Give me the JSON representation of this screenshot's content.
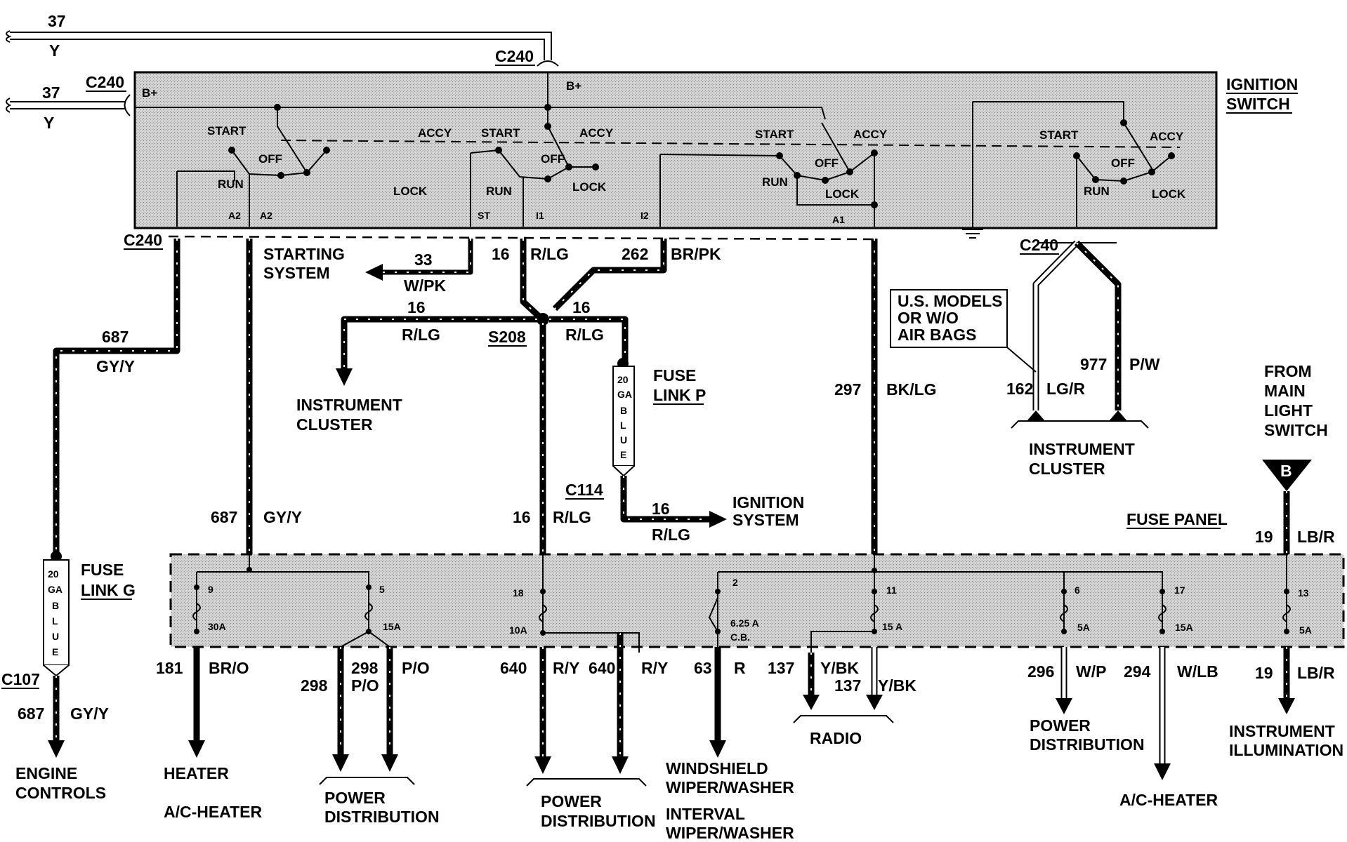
{
  "top_wire": {
    "circuit": "37",
    "color": "Y"
  },
  "left_wire": {
    "circuit": "37",
    "color": "Y"
  },
  "connectors": {
    "c240": "C240",
    "c107": "C107",
    "c114": "C114",
    "s208": "S208"
  },
  "ignition_switch": {
    "title_line1": "IGNITION",
    "title_line2": "SWITCH",
    "b_plus": "B+",
    "positions": {
      "start": "START",
      "accy": "ACCY",
      "off": "OFF",
      "run": "RUN",
      "lock": "LOCK"
    },
    "terminals": {
      "a2": "A2",
      "st": "ST",
      "i1": "I1",
      "i2": "I2",
      "a1": "A1"
    }
  },
  "wires": {
    "w687": {
      "circuit": "687",
      "color": "GY/Y"
    },
    "w33": {
      "circuit": "33",
      "color": "W/PK"
    },
    "w16": {
      "circuit": "16",
      "color": "R/LG"
    },
    "w262": {
      "circuit": "262",
      "color": "BR/PK"
    },
    "w297": {
      "circuit": "297",
      "color": "BK/LG"
    },
    "w162": {
      "circuit": "162",
      "color": "LG/R"
    },
    "w977": {
      "circuit": "977",
      "color": "P/W"
    },
    "w19": {
      "circuit": "19",
      "color": "LB/R"
    },
    "w181": {
      "circuit": "181",
      "color": "BR/O"
    },
    "w298": {
      "circuit": "298",
      "color": "P/O"
    },
    "w640": {
      "circuit": "640",
      "color": "R/Y"
    },
    "w63": {
      "circuit": "63",
      "color": "R"
    },
    "w137": {
      "circuit": "137",
      "color": "Y/BK"
    },
    "w296": {
      "circuit": "296",
      "color": "W/P"
    },
    "w294": {
      "circuit": "294",
      "color": "W/LB"
    }
  },
  "destinations": {
    "starting_system_1": "STARTING",
    "starting_system_2": "SYSTEM",
    "instrument_cluster_1": "INSTRUMENT",
    "instrument_cluster_2": "CLUSTER",
    "ignition_system_1": "IGNITION",
    "ignition_system_2": "SYSTEM",
    "engine_controls_1": "ENGINE",
    "engine_controls_2": "CONTROLS",
    "heater": "HEATER",
    "ac_heater": "A/C-HEATER",
    "power_distribution_1": "POWER",
    "power_distribution_2": "DISTRIBUTION",
    "windshield_1": "WINDSHIELD",
    "windshield_2": "WIPER/WASHER",
    "interval_1": "INTERVAL",
    "interval_2": "WIPER/WASHER",
    "radio": "RADIO",
    "instrument_illumination_1": "INSTRUMENT",
    "instrument_illumination_2": "ILLUMINATION",
    "from_main_1": "FROM",
    "from_main_2": "MAIN",
    "from_main_3": "LIGHT",
    "from_main_4": "SWITCH",
    "b_marker": "B"
  },
  "airbag_note": {
    "line1": "U.S. MODELS",
    "line2": "OR W/O",
    "line3": "AIR BAGS"
  },
  "fuse_links": {
    "g": {
      "line1": "FUSE",
      "line2": "LINK G",
      "gauge": "20",
      "ga": "GA",
      "color_letters": [
        "B",
        "L",
        "U",
        "E"
      ]
    },
    "p": {
      "line1": "FUSE",
      "line2": "LINK P",
      "gauge": "20",
      "ga": "GA",
      "color_letters": [
        "B",
        "L",
        "U",
        "E"
      ]
    }
  },
  "fuse_panel": {
    "title": "FUSE PANEL",
    "fuses": [
      {
        "number": "9",
        "rating": "30A"
      },
      {
        "number": "5",
        "rating": "15A"
      },
      {
        "number": "18",
        "rating": "10A"
      },
      {
        "number": "2",
        "rating": "6.25 A",
        "extra": "C.B."
      },
      {
        "number": "11",
        "rating": "15 A"
      },
      {
        "number": "6",
        "rating": "5A"
      },
      {
        "number": "17",
        "rating": "15A"
      },
      {
        "number": "13",
        "rating": "5A"
      }
    ]
  }
}
